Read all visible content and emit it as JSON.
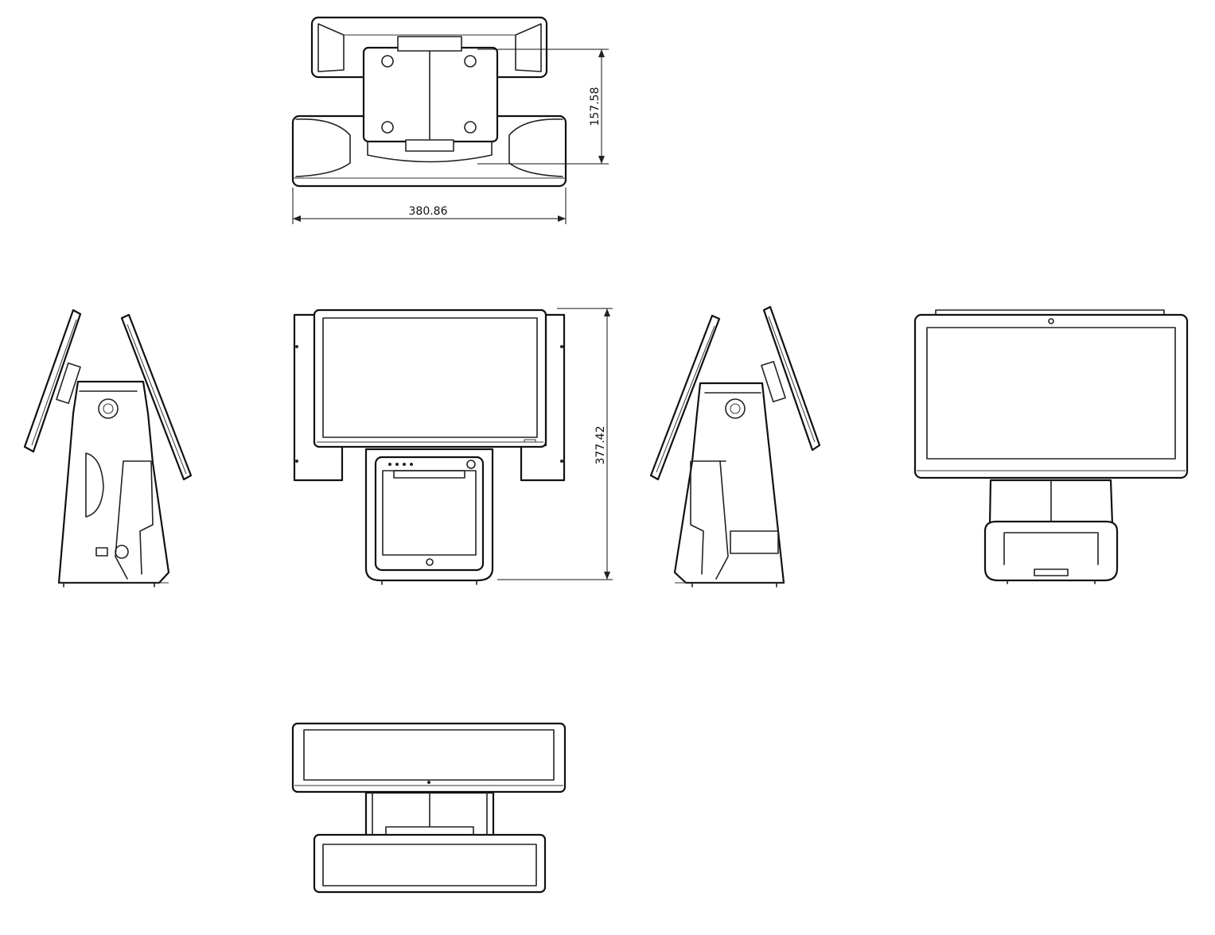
{
  "dimensions": {
    "width": "380.86",
    "depth": "157.58",
    "height": "377.42"
  },
  "views": [
    {
      "name": "top-view"
    },
    {
      "name": "front-view"
    },
    {
      "name": "left-side-view"
    },
    {
      "name": "right-side-view"
    },
    {
      "name": "rear-view"
    },
    {
      "name": "bottom-view"
    }
  ]
}
